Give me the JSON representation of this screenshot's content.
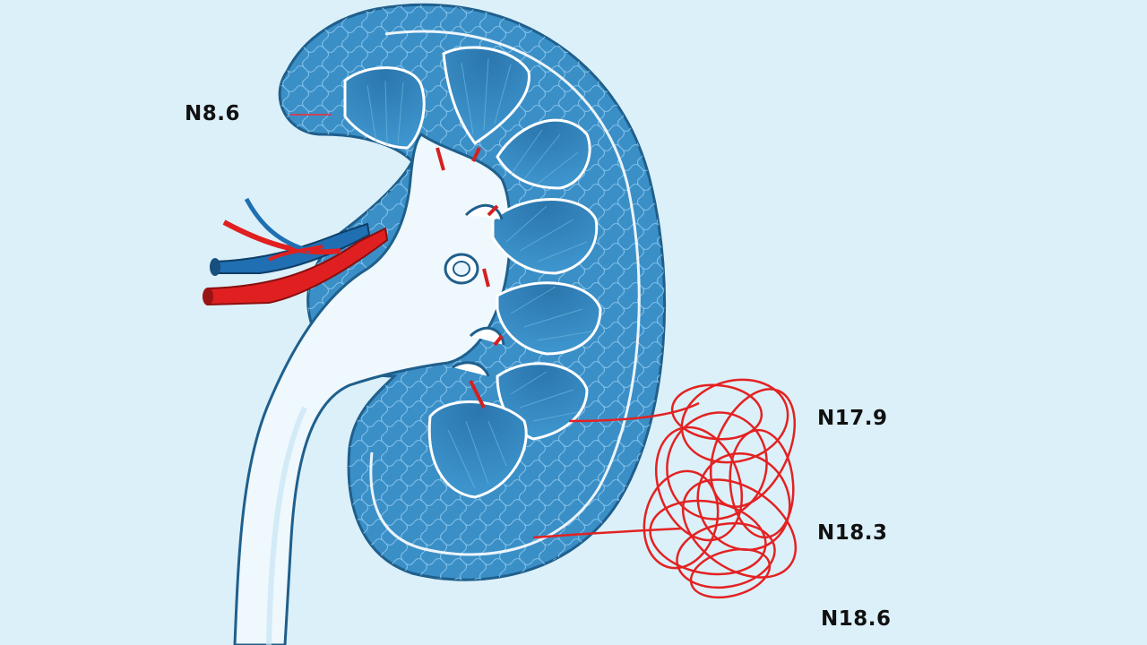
{
  "labels": {
    "top_left": "N8.6",
    "right_upper": "N17.9",
    "right_middle": "N18.3",
    "bottom_right": "N18.6"
  },
  "colors": {
    "background": "#dcf0f9",
    "kidney_tissue": "#3b8fc7",
    "pyramid": "#2f7fb8",
    "pelvis": "#eef8fd",
    "outline": "#1f5f8c",
    "artery": "#e02020",
    "vein": "#1f6fb2",
    "tangle": "#e32222",
    "text": "#111111"
  }
}
